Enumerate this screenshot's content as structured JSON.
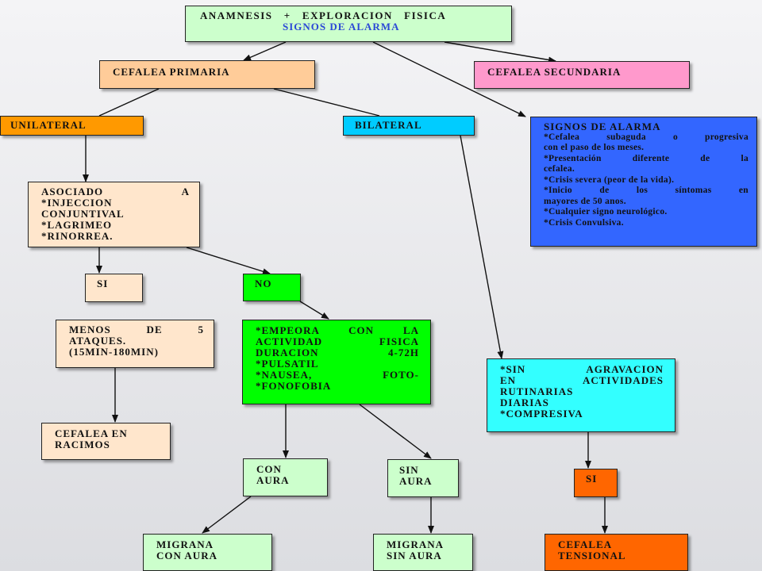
{
  "colors": {
    "light_green": "#ccffcc",
    "peach": "#ffcc99",
    "pink": "#ff99cc",
    "orange": "#ff9900",
    "sky_blue": "#00ccff",
    "royal_blue": "#3366ff",
    "cream": "#ffe6cc",
    "bright_green": "#00ff00",
    "cyan": "#33ffff",
    "red_orange": "#ff6600"
  },
  "nodes": {
    "anamnesis": {
      "lines": [
        "ANAMNESIS   +   EXPLORACION   FISICA",
        "SIGNOS DE ALARMA"
      ]
    },
    "primaria": {
      "lines": [
        "CEFALEA PRIMARIA"
      ]
    },
    "secundaria": {
      "lines": [
        "CEFALEA SECUNDARIA"
      ]
    },
    "unilateral": {
      "lines": [
        "UNILATERAL"
      ]
    },
    "bilateral": {
      "lines": [
        "BILATERAL"
      ]
    },
    "signos": {
      "lines": [
        "SIGNOS DE ALARMA",
        "*Cefalea subaguda o progresiva",
        "con el paso de los meses.",
        "*Presentación diferente de la",
        "cefalea.",
        "*Crisis severa (peor de la vida).",
        "*Inicio de los síntomas en",
        "mayores de 50 anos.",
        "*Cualquier signo neurológico.",
        "*Crisis Convulsiva."
      ]
    },
    "asociado": {
      "lines": [
        "ASOCIADO   A",
        "*INJECCION",
        "CONJUNTIVAL",
        "*LAGRIMEO",
        "*RINORREA."
      ]
    },
    "si_left": {
      "lines": [
        "SI"
      ]
    },
    "no": {
      "lines": [
        "NO"
      ]
    },
    "menos": {
      "lines": [
        "MENOS   DE   5",
        "ATAQUES.",
        "(15MIN-180MIN)"
      ]
    },
    "empeora": {
      "lines": [
        "*EMPEORA CON LA",
        "ACTIVIDAD FISICA",
        "DURACION 4-72H",
        "*PULSATIL",
        "*NAUSEA, FOTO-",
        "*FONOFOBIA"
      ]
    },
    "sin_agravacion": {
      "lines": [
        "*SIN AGRAVACION",
        "EN ACTIVIDADES",
        "RUTINARIAS",
        "DIARIAS",
        "*COMPRESIVA"
      ]
    },
    "racimos": {
      "lines": [
        "CEFALEA EN",
        "RACIMOS"
      ]
    },
    "con_aura": {
      "lines": [
        "CON",
        "AURA"
      ]
    },
    "sin_aura": {
      "lines": [
        "SIN",
        "AURA"
      ]
    },
    "si_right": {
      "lines": [
        "SI"
      ]
    },
    "migrana_con": {
      "lines": [
        "MIGRANA",
        "CON AURA"
      ]
    },
    "migrana_sin": {
      "lines": [
        "MIGRANA",
        "SIN AURA"
      ]
    },
    "tensional": {
      "lines": [
        "CEFALEA",
        "TENSIONAL"
      ]
    }
  }
}
